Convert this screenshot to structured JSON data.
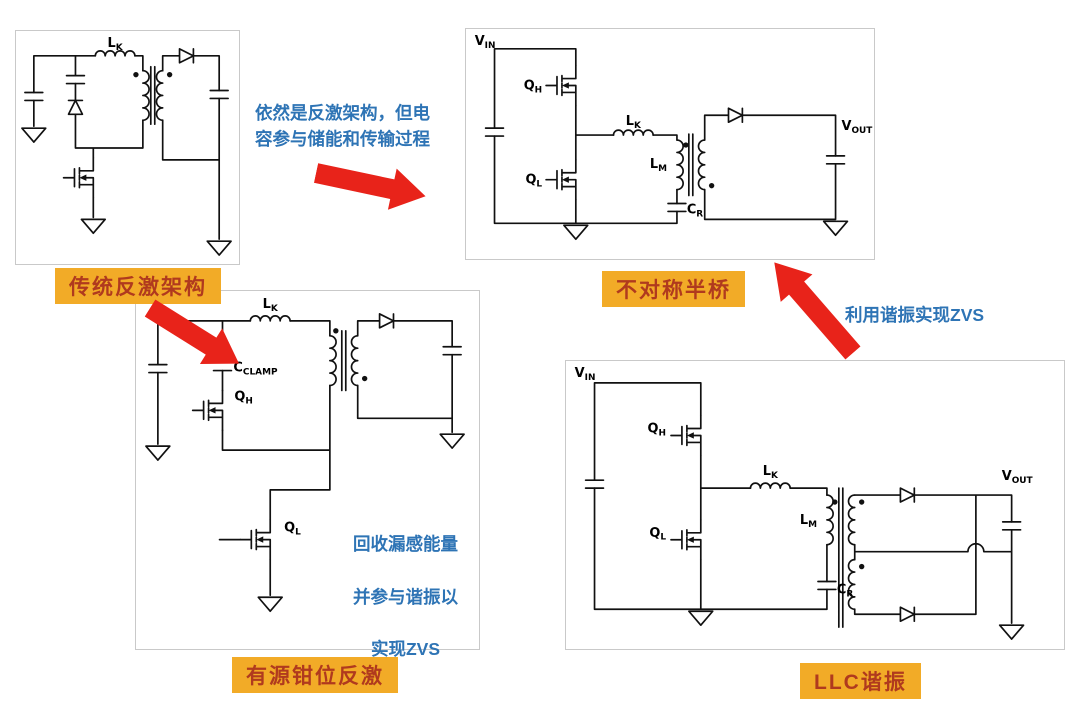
{
  "colors": {
    "arrow_red": "#E8231A",
    "caption_bg": "#F2AB27",
    "caption_text": "#B03A1E",
    "annotation_blue": "#2E74B5",
    "circuit_stroke": "#111111",
    "panel_border": "#C9C9C9"
  },
  "captions": {
    "flyback": "传统反激架构",
    "ahb": "不对称半桥",
    "acf": "有源钳位反激",
    "llc": "LLC谐振"
  },
  "annotations": {
    "evolution_note": "依然是反激架构，但电\n容参与储能和传输过程",
    "zvs_note": "利用谐振实现ZVS",
    "acf_note_line1": "回收漏感能量",
    "acf_note_line2": "并参与谐振以",
    "acf_note_line3": "实现ZVS"
  },
  "labels": {
    "vin": {
      "m": "V",
      "s": "IN"
    },
    "vout": {
      "m": "V",
      "s": "OUT"
    },
    "qh": {
      "m": "Q",
      "s": "H"
    },
    "ql": {
      "m": "Q",
      "s": "L"
    },
    "lk": {
      "m": "L",
      "s": "K"
    },
    "lm": {
      "m": "L",
      "s": "M"
    },
    "cr": {
      "m": "C",
      "s": "R"
    },
    "cclamp": {
      "m": "C",
      "s": "CLAMP"
    }
  },
  "icons": {
    "block-arrow": "red-solid-block-arrow",
    "ground": "open-triangle-ground",
    "mosfet": "n-channel-mosfet",
    "diode": "open-triangle-diode"
  }
}
